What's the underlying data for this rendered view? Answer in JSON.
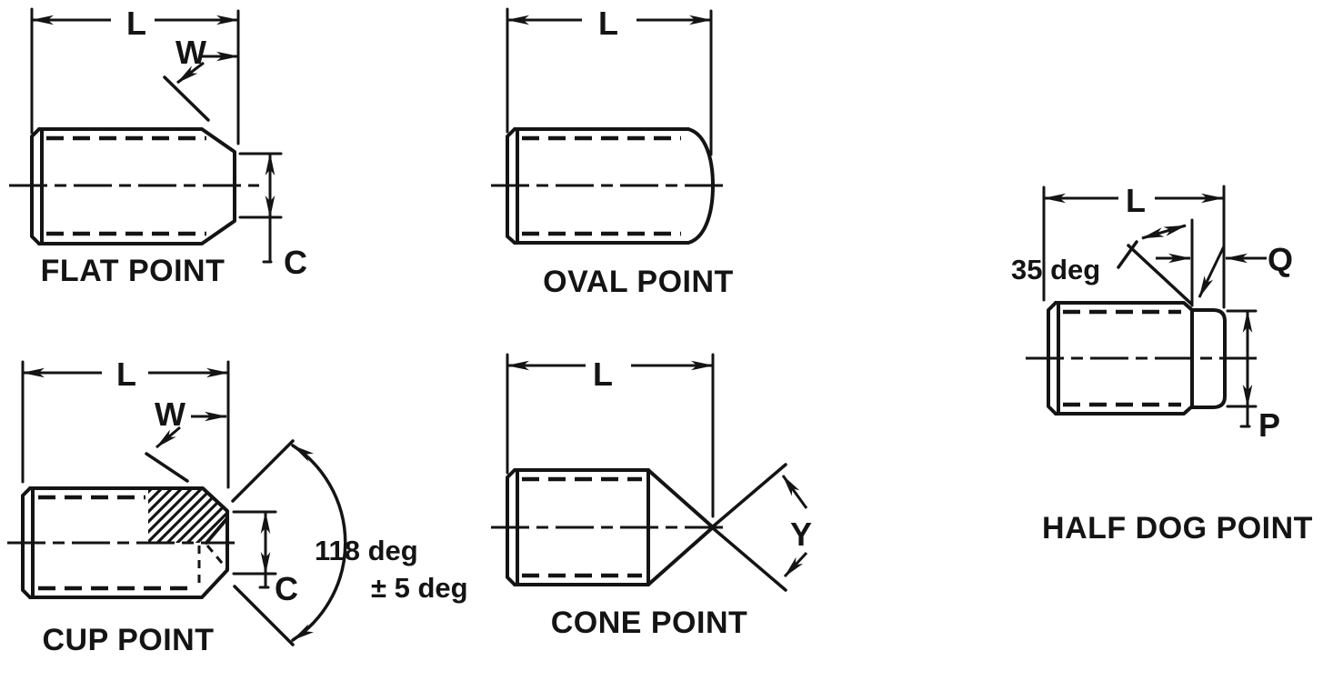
{
  "page": {
    "background_color": "#ffffff",
    "ink_color": "#141414"
  },
  "figures": {
    "flat_point": {
      "title": "FLAT POINT",
      "dim_length": "L",
      "dim_chamfer_width": "W",
      "dim_flat_diameter": "C"
    },
    "oval_point": {
      "title": "OVAL POINT",
      "dim_length": "L"
    },
    "cup_point": {
      "title": "CUP POINT",
      "dim_length": "L",
      "dim_chamfer_width": "W",
      "dim_cup_diameter": "C",
      "cup_angle": "118 deg",
      "cup_angle_tolerance": "± 5 deg"
    },
    "cone_point": {
      "title": "CONE POINT",
      "dim_length": "L",
      "cone_angle": "Y"
    },
    "half_dog_point": {
      "title": "HALF DOG POINT",
      "dim_length": "L",
      "chamfer_angle": "35 deg",
      "dim_dog_length": "Q",
      "dim_dog_diameter": "P"
    }
  }
}
